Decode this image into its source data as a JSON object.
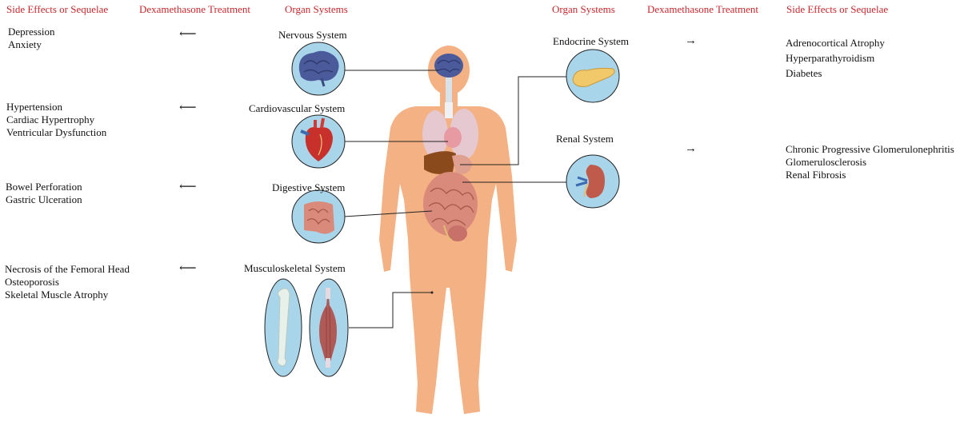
{
  "headers": {
    "left_effects": "Side Effects or Sequelae",
    "left_treatment": "Dexamethasone Treatment",
    "left_organs": "Organ Systems",
    "right_organs": "Organ Systems",
    "right_treatment": "Dexamethasone Treatment",
    "right_effects": "Side Effects or Sequelae"
  },
  "systems": {
    "nervous": "Nervous System",
    "cardiovascular": "Cardiovascular System",
    "digestive": "Digestive System",
    "musculoskeletal": "Musculoskeletal System",
    "endocrine": "Endocrine System",
    "renal": "Renal System"
  },
  "effects": {
    "nervous": [
      "Depression",
      "Anxiety"
    ],
    "cardiovascular": [
      "Hypertension",
      "Cardiac Hypertrophy",
      "Ventricular Dysfunction"
    ],
    "digestive": [
      "Bowel Perforation",
      "Gastric Ulceration"
    ],
    "musculoskeletal": [
      "Necrosis of the Femoral Head",
      "Osteoporosis",
      "Skeletal Muscle Atrophy"
    ],
    "endocrine": [
      "Adrenocortical Atrophy",
      "Hyperparathyroidism",
      "Diabetes"
    ],
    "renal": [
      "Chronic Progressive Glomerulonephritis",
      "Glomerulosclerosis",
      "Renal Fibrosis"
    ]
  },
  "arrows": {
    "left": "⟵",
    "right": "→"
  },
  "icons": {
    "nervous": "brain-icon",
    "cardiovascular": "heart-icon",
    "digestive": "intestine-icon",
    "musculoskeletal": [
      "bone-icon",
      "muscle-icon"
    ],
    "endocrine": "pancreas-icon",
    "renal": "kidney-icon"
  },
  "colors": {
    "header": "#c0282d",
    "skin": "#f4b183",
    "organ_circle": "#a9d5ea",
    "brain": "#4a5a9a",
    "heart": "#c8302c",
    "intestine": "#d98a7a",
    "liver": "#8b4a1c",
    "lung": "#e6c8d0"
  }
}
